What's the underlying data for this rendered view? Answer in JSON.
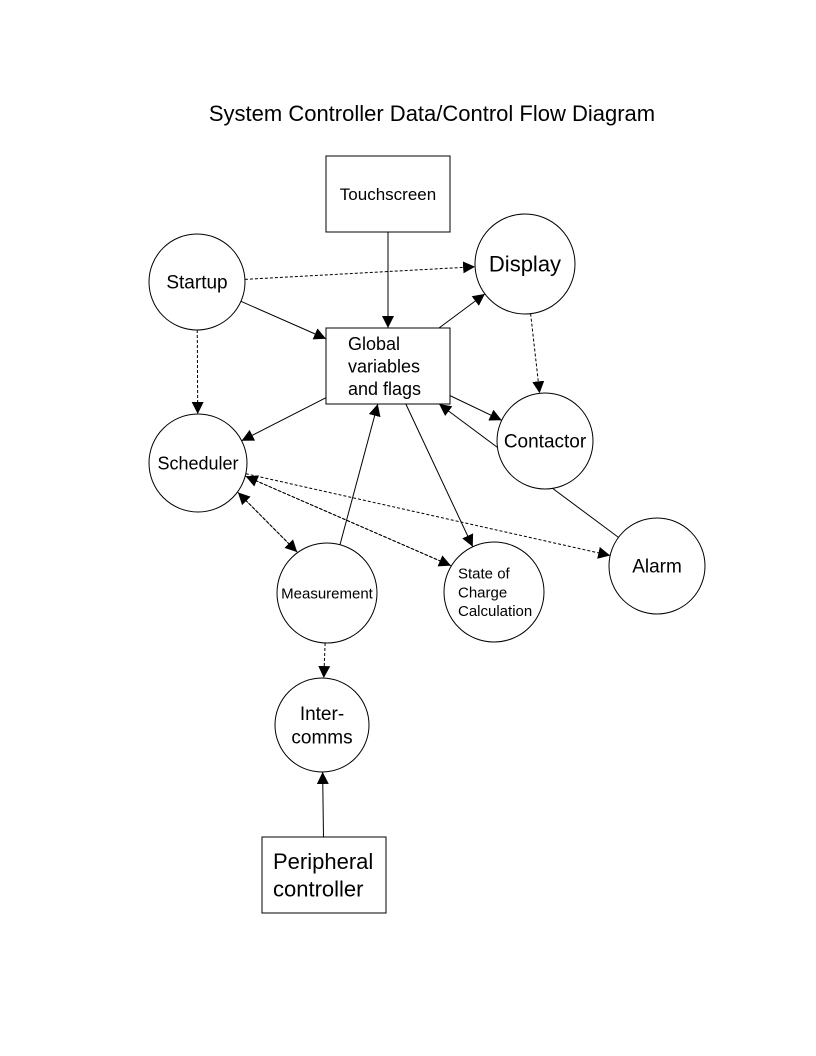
{
  "title": "System Controller Data/Control Flow Diagram",
  "nodes": {
    "touchscreen": {
      "label": "Touchscreen",
      "shape": "rectangle"
    },
    "global": {
      "label": [
        "Global",
        "variables",
        "and flags"
      ],
      "shape": "rectangle"
    },
    "peripheral": {
      "label": [
        "Peripheral",
        "controller"
      ],
      "shape": "rectangle"
    },
    "startup": {
      "label": "Startup",
      "shape": "circle"
    },
    "display": {
      "label": "Display",
      "shape": "circle"
    },
    "contactor": {
      "label": "Contactor",
      "shape": "circle"
    },
    "scheduler": {
      "label": "Scheduler",
      "shape": "circle"
    },
    "measurement": {
      "label": "Measurement",
      "shape": "circle"
    },
    "soc": {
      "label": [
        "State of",
        "Charge",
        "Calculation"
      ],
      "shape": "circle"
    },
    "alarm": {
      "label": "Alarm",
      "shape": "circle"
    },
    "intercomms": {
      "label": [
        "Inter-",
        "comms"
      ],
      "shape": "circle"
    }
  },
  "edges": [
    {
      "from": "touchscreen",
      "to": "global",
      "style": "solid"
    },
    {
      "from": "startup",
      "to": "global",
      "style": "solid"
    },
    {
      "from": "startup",
      "to": "display",
      "style": "dotted"
    },
    {
      "from": "startup",
      "to": "scheduler",
      "style": "dotted"
    },
    {
      "from": "global",
      "to": "display",
      "style": "solid"
    },
    {
      "from": "global",
      "to": "contactor",
      "style": "solid"
    },
    {
      "from": "global",
      "to": "scheduler",
      "style": "solid"
    },
    {
      "from": "global",
      "to": "soc",
      "style": "solid"
    },
    {
      "from": "display",
      "to": "contactor",
      "style": "dotted"
    },
    {
      "from": "measurement",
      "to": "global",
      "style": "solid"
    },
    {
      "from": "alarm",
      "to": "global",
      "style": "solid"
    },
    {
      "from": "scheduler",
      "to": "measurement",
      "style": "dotted"
    },
    {
      "from": "measurement",
      "to": "scheduler",
      "style": "dotted"
    },
    {
      "from": "scheduler",
      "to": "soc",
      "style": "dotted"
    },
    {
      "from": "soc",
      "to": "scheduler",
      "style": "dotted"
    },
    {
      "from": "scheduler",
      "to": "alarm",
      "style": "dotted"
    },
    {
      "from": "measurement",
      "to": "intercomms",
      "style": "dotted"
    },
    {
      "from": "peripheral",
      "to": "intercomms",
      "style": "solid"
    }
  ]
}
